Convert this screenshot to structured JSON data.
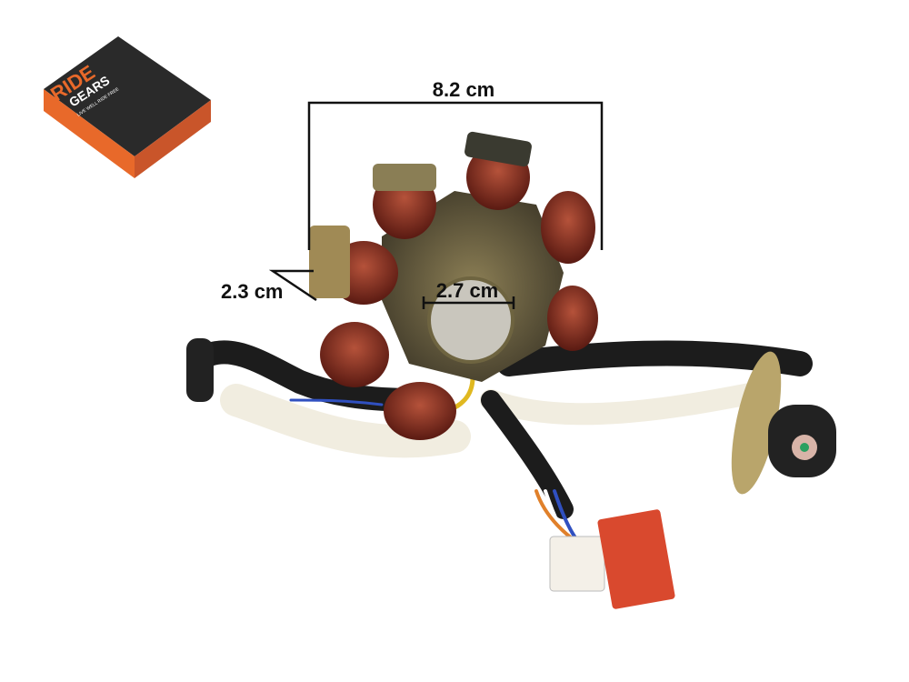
{
  "product_box": {
    "brand_line1": "RIDE",
    "brand_line2": "GEARS",
    "tagline": "LIVE WELL RIDE FREE",
    "colors": {
      "box": "#2a2a2a",
      "accent": "#e8692a"
    }
  },
  "dimensions": {
    "width": "8.2 cm",
    "thickness": "2.3 cm",
    "inner_diameter": "2.7 cm"
  },
  "colors": {
    "coil": "#7a2a1e",
    "plate": "#6e6440",
    "wire": "#1c1c1c",
    "sleeve": "#f1ede0",
    "connector_red": "#d9492e"
  }
}
